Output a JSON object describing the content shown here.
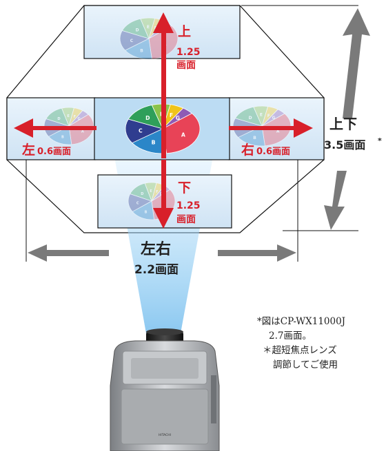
{
  "shift_labels": {
    "up_kanji": "上",
    "up_value": "1.25",
    "up_unit": "画面",
    "down_kanji": "下",
    "down_value": "1.25",
    "down_unit": "画面",
    "left_kanji": "左",
    "left_value": "0.6画面",
    "right_kanji": "右",
    "right_value": "0.6画面",
    "vertical_total_title": "上下",
    "vertical_total_value": "3.5画面",
    "vertical_total_mark": "*",
    "horizontal_total_title": "左右",
    "horizontal_total_value": "2.2画面"
  },
  "pie_letters": [
    "A",
    "B",
    "C",
    "D",
    "E",
    "F",
    "G"
  ],
  "notes": {
    "line1": "*図はCP-WX11000J",
    "line2": "2.7画面。",
    "line3": "＊超短焦点レンズ",
    "line4": "調節してご使用"
  },
  "projector": {
    "brand": "HITACHI"
  },
  "colors": {
    "arrow_red": "#d8202a",
    "arrow_gray": "#7a7a7a",
    "screen_blue": "#d7e8f6",
    "beam_blue": "#9fd0f4"
  }
}
